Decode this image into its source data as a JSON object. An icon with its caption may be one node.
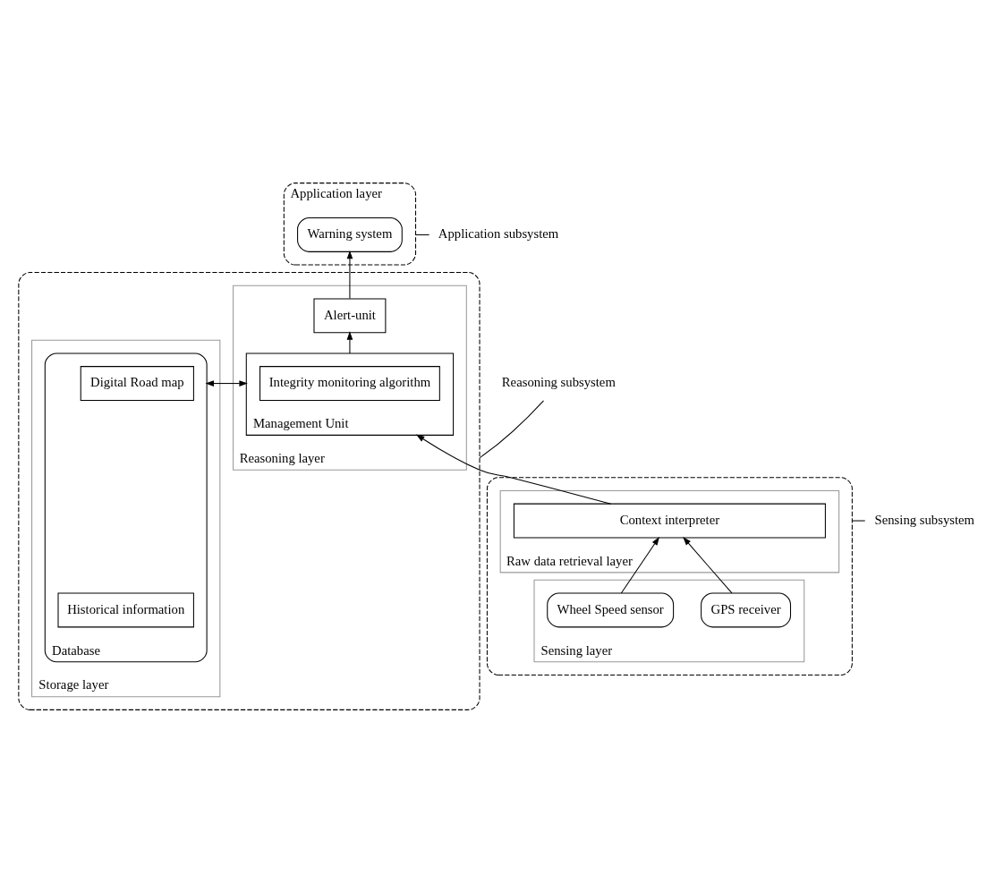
{
  "diagram": {
    "nodes": [
      {
        "text": [
          "Application layer"
        ]
      },
      {
        "text": [
          "Warning system"
        ],
        "in": 0
      },
      {
        "text": [
          "Application subsystem"
        ]
      },
      {
        "text": [],
        "shape": "box"
      },
      {
        "text": [
          "Storage layer"
        ],
        "in": 3
      },
      {
        "text": [
          "Database"
        ],
        "in": 4
      },
      {
        "text": [
          "Digital Road map"
        ],
        "in": 5
      },
      {
        "text": [
          "Historical information"
        ],
        "in": 5
      },
      {
        "text": [
          "Reasoning layer"
        ],
        "in": 3
      },
      {
        "text": [
          "Alert-unit"
        ],
        "in": 8
      },
      {
        "text": [
          "Management Unit"
        ],
        "in": 8
      },
      {
        "text": [
          "Integrity monitoring algorithm"
        ],
        "in": 10
      },
      {
        "text": [
          "Reasoning subsystem"
        ]
      },
      {
        "text": [],
        "shape": "box"
      },
      {
        "text": [
          "Raw data retrieval layer"
        ],
        "in": 13
      },
      {
        "text": [
          "Context interpreter"
        ],
        "in": 14
      },
      {
        "text": [
          "Sensing layer"
        ],
        "in": 13
      },
      {
        "text": [
          "GPS receiver"
        ],
        "in": 16
      },
      {
        "text": [
          "Wheel Speed sensor"
        ],
        "in": 16
      },
      {
        "text": [
          "Sensing subsystem"
        ]
      }
    ],
    "edges": [
      {
        "from": 9,
        "to": 1,
        "arrow": "to"
      },
      {
        "from": 10,
        "to": 9,
        "arrow": "to"
      },
      {
        "from": 5,
        "to": 10,
        "arrow": "both"
      },
      {
        "from": 15,
        "to": 10,
        "arrow": "to"
      },
      {
        "from": 17,
        "to": 15,
        "arrow": "to"
      },
      {
        "from": 18,
        "to": 15,
        "arrow": "to"
      },
      {
        "from": 2,
        "to": 0,
        "arrow": "none"
      },
      {
        "from": 12,
        "to": 3,
        "arrow": "none"
      },
      {
        "from": 19,
        "to": 13,
        "arrow": "none"
      }
    ]
  }
}
